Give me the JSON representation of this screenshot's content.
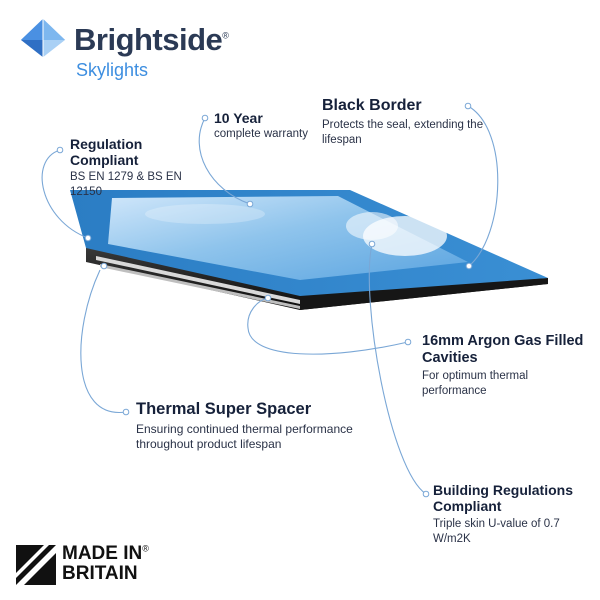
{
  "brand": {
    "name": "Brightside",
    "registered": "®",
    "subtitle": "Skylights"
  },
  "colors": {
    "brand_navy": "#2b3a55",
    "brand_blue": "#3d8ee0",
    "glass_blue": "#2f82c6",
    "sky_blue": "#8fc4ec",
    "callout_line": "#7aa7d6"
  },
  "callouts": {
    "regulation": {
      "title": "Regulation Compliant",
      "desc": "BS EN 1279 & BS EN 12150"
    },
    "warranty": {
      "title": "10 Year",
      "desc": "complete warranty"
    },
    "border": {
      "title": "Black Border",
      "desc": "Protects the seal, extending the lifespan"
    },
    "argon": {
      "title": "16mm Argon Gas Filled Cavities",
      "desc": "For optimum thermal performance"
    },
    "spacer": {
      "title": "Thermal Super Spacer",
      "desc": "Ensuring continued thermal performance throughout product lifespan"
    },
    "building": {
      "title": "Building Regulations Compliant",
      "desc": "Triple skin U-value of 0.7 W/m2K"
    }
  },
  "made_in": {
    "line1": "MADE IN",
    "line2": "BRITAIN",
    "registered": "®"
  },
  "icons": {
    "brand_logo": "brightside-logo-icon",
    "made_in_britain": "made-in-britain-icon"
  }
}
